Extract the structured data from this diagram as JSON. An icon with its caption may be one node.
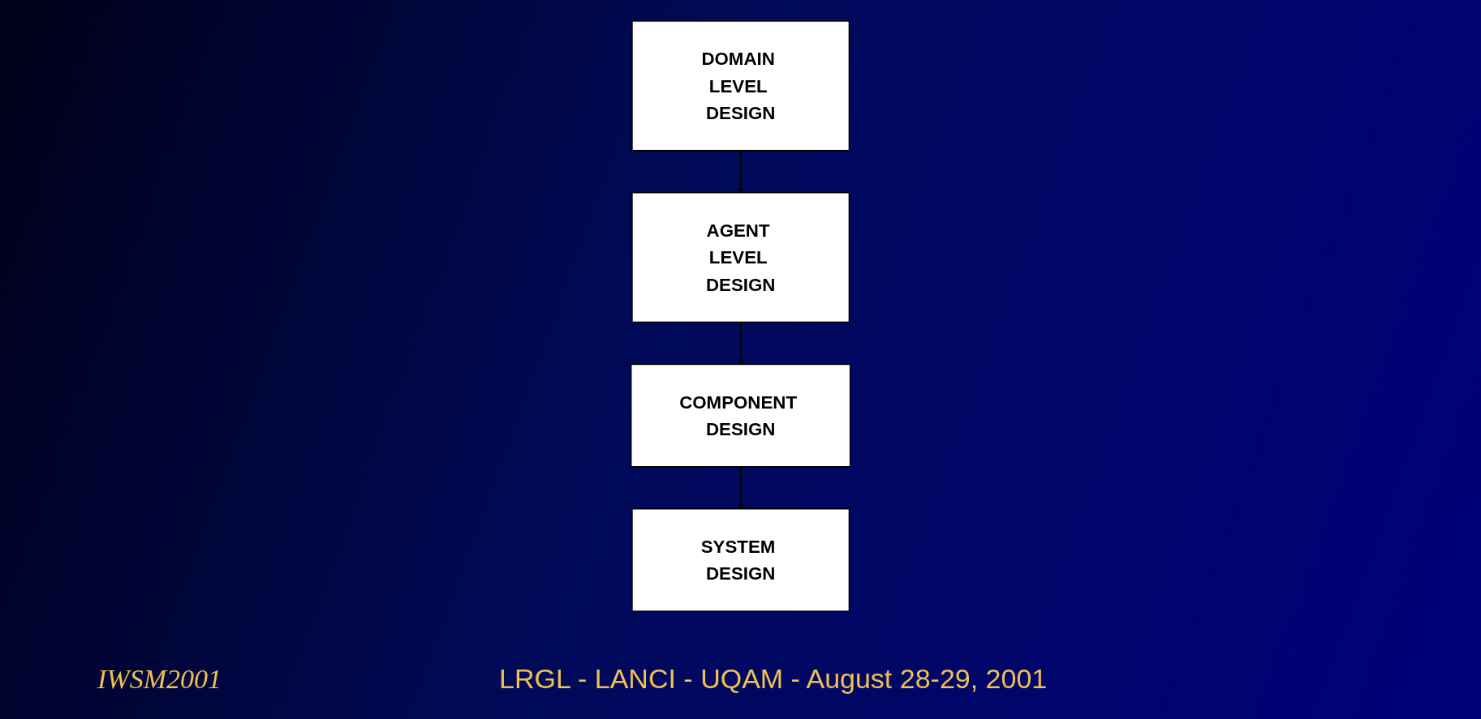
{
  "diagram": {
    "nodes": [
      {
        "text": [
          "DOMAIN LEVEL DESIGN"
        ]
      },
      {
        "text": [
          "AGENT LEVEL DESIGN"
        ]
      },
      {
        "text": [
          "COMPONENT DESIGN"
        ]
      },
      {
        "text": [
          "SYSTEM DESIGN"
        ]
      }
    ],
    "edges": [
      {
        "from": 0,
        "to": 1,
        "arrow": "to"
      },
      {
        "from": 1,
        "to": 2,
        "arrow": "to"
      },
      {
        "from": 2,
        "to": 3,
        "arrow": "to"
      }
    ],
    "labels": [
      "IWSM2001",
      "LRGL - LANCI - UQAM - August 28-29, 2001"
    ]
  }
}
